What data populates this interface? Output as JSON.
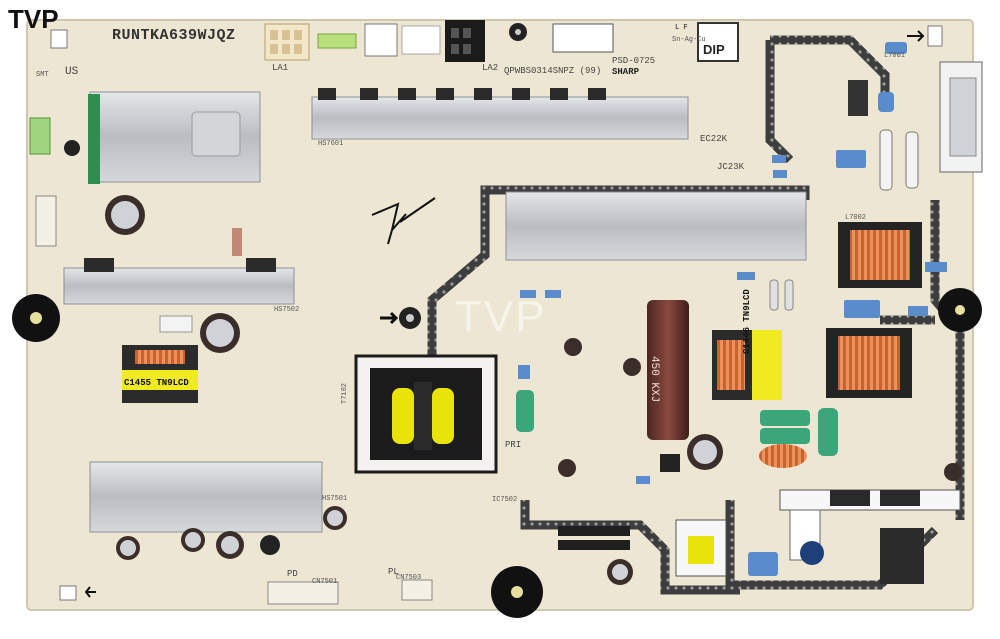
{
  "watermark_corner": "TVP",
  "watermark_center": "TVP",
  "board": {
    "part_number": "RUNTKA639WJQZ",
    "model_code": "QPWBS0314SNPZ (99)",
    "psd": "PSD-0725",
    "maker": "SHARP",
    "dip_label": "DIP",
    "smt_label": "SMT",
    "us_label": "US",
    "la1": "LA1",
    "la2": "LA2",
    "code_ec": "EC22K",
    "code_jc": "JC23K",
    "pri_label": "PRI",
    "pd_label": "PD",
    "pl_label": "PL",
    "lf_label": "L F",
    "sn_label": "Sn-Ag-Cu"
  },
  "components": {
    "transformer_left": "C1455 TN9LCD",
    "transformer_right": "C1446 TN9LCD",
    "capacitor_main": "450 KXJ",
    "heatsink_top": "HS7601",
    "heatsink_left": "HS7502",
    "heatsink_bottom": "HS7501",
    "l7002": "L7002",
    "l7001": "L7001",
    "t7102": "T7102",
    "cn7501": "CN7501",
    "cn7503": "CN7503",
    "ic7502": "IC7502"
  },
  "colors": {
    "board": "#ece6d2",
    "heatsink": "#c9ccd0",
    "trace": "#3c3c3c",
    "capacitor": "#6a3a32",
    "coil": "#d26f3a",
    "ferrite": "#2b2b2b",
    "yellow_core": "#e8e40a",
    "green_cap": "#3aa67a",
    "blue_part": "#4f7fbf"
  }
}
